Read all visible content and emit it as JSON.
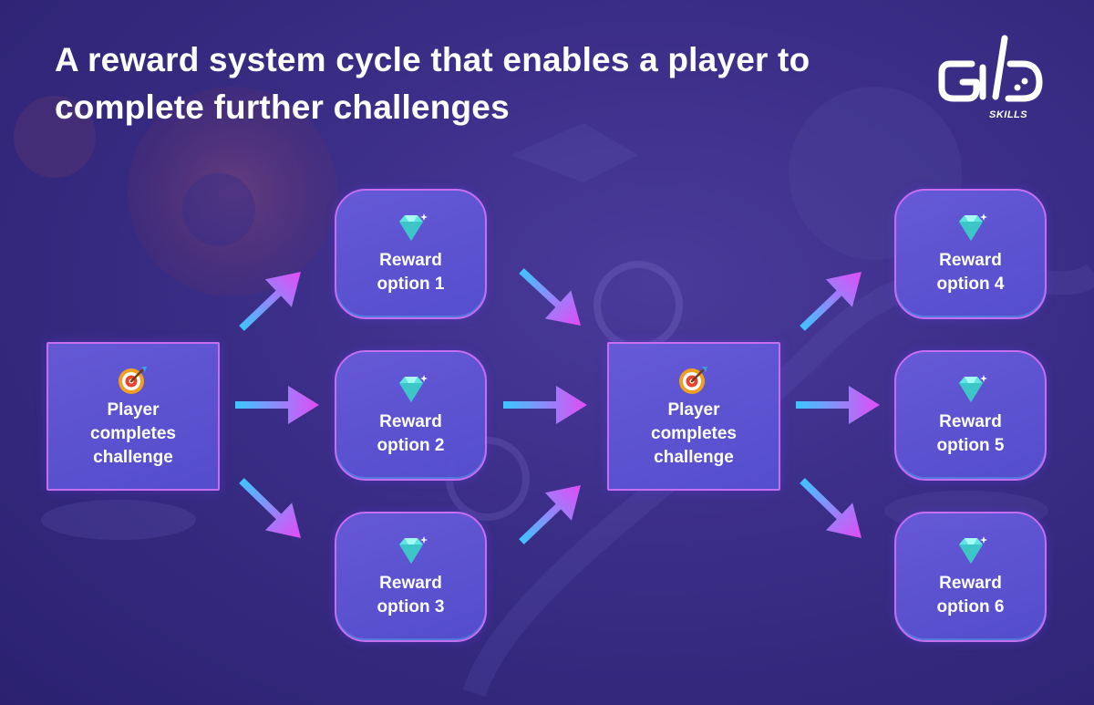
{
  "title": "A reward system cycle that enables a player to complete further challenges",
  "logo": {
    "text": "SKILLS"
  },
  "player_nodes": [
    {
      "line1": "Player",
      "line2": "completes",
      "line3": "challenge"
    },
    {
      "line1": "Player",
      "line2": "completes",
      "line3": "challenge"
    }
  ],
  "reward_nodes": [
    {
      "line1": "Reward",
      "line2": "option 1"
    },
    {
      "line1": "Reward",
      "line2": "option 2"
    },
    {
      "line1": "Reward",
      "line2": "option 3"
    },
    {
      "line1": "Reward",
      "line2": "option 4"
    },
    {
      "line1": "Reward",
      "line2": "option 5"
    },
    {
      "line1": "Reward",
      "line2": "option 6"
    }
  ],
  "colors": {
    "arrow_start": "#3ac8ff",
    "arrow_end": "#e24bf5",
    "node_border": "#c66ef0",
    "gem": "#5ee6e0",
    "target": "#f0a020"
  },
  "icons": {
    "reward": "gem-icon",
    "player": "target-icon"
  }
}
